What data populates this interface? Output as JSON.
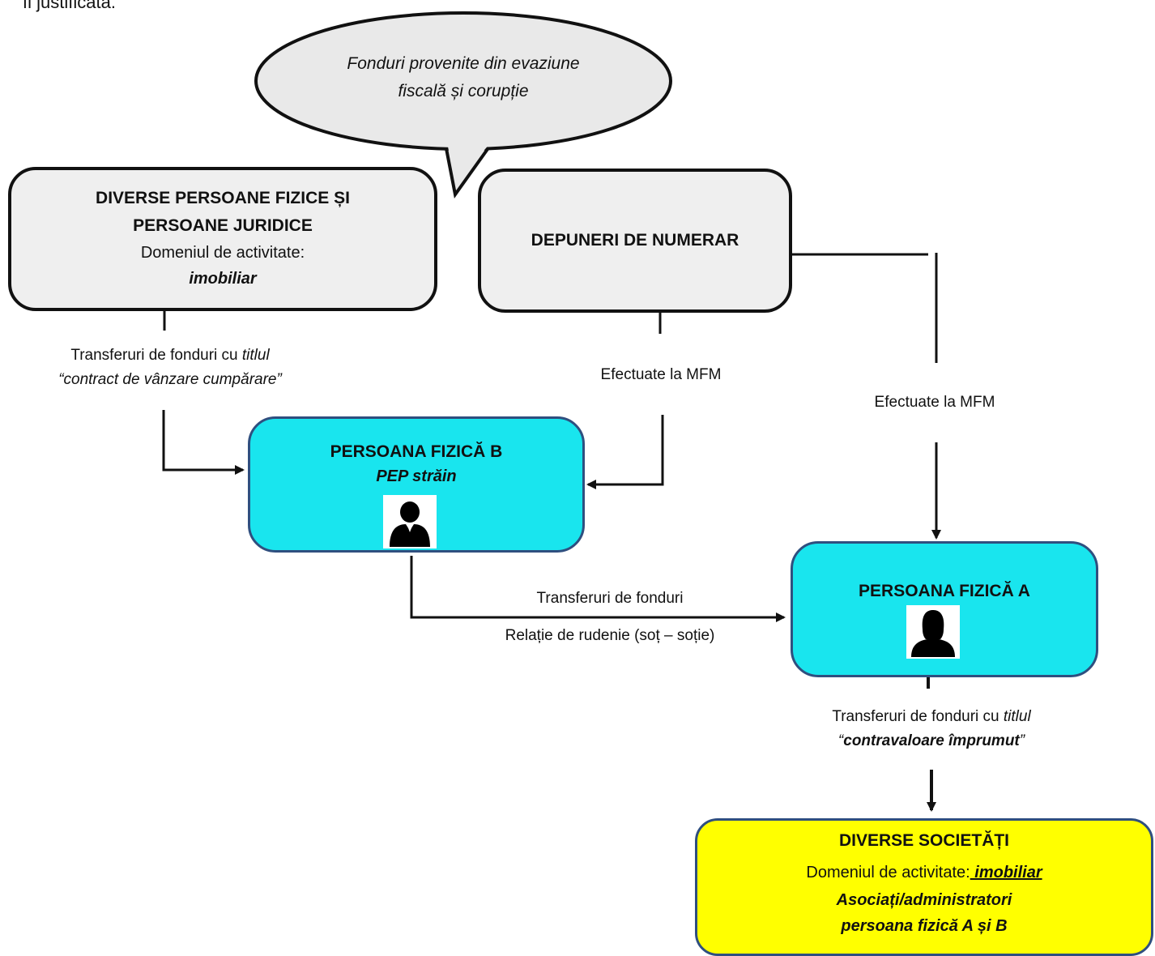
{
  "header_fragment": "fi justificată.",
  "bubble": {
    "line1": "Fonduri provenite din evaziune",
    "line2": "fiscală și corupție"
  },
  "box_diverse": {
    "title1": "DIVERSE PERSOANE FIZICE ȘI",
    "title2": "PERSOANE JURIDICE",
    "domain_label": "Domeniul de activitate:",
    "domain_value": "imobiliar"
  },
  "box_depuneri": {
    "title": "DEPUNERI DE NUMERAR"
  },
  "label_contract": {
    "line1_prefix": "Transferuri de fonduri cu ",
    "line1_italic": "titlul",
    "line2": "“contract de vânzare cumpărare”"
  },
  "label_mfm_1": "Efectuate la MFM",
  "label_mfm_2": "Efectuate la MFM",
  "box_b": {
    "title": "PERSOANA FIZICĂ B",
    "subtitle": "PEP străin",
    "avatar_icon": "male-user-icon"
  },
  "label_transfer_ab": {
    "line1": "Transferuri de fonduri",
    "line2": "Relație de rudenie (soț – soție)"
  },
  "box_a": {
    "title": "PERSOANA FIZICĂ A",
    "avatar_icon": "female-user-icon"
  },
  "label_imprumut": {
    "line1_prefix": "Transferuri de fonduri cu ",
    "line1_italic": "titlul",
    "line2_q1": "“",
    "line2_bold": "contravaloare împrumut",
    "line2_q2": "”"
  },
  "box_societati": {
    "title": "DIVERSE SOCIETĂȚI",
    "domain_label": "Domeniul de activitate:",
    "domain_value": " imobiliar",
    "line3": "Asociați/administratori",
    "line4": "persoana fizică A și B"
  },
  "colors": {
    "grey_box": "#efefef",
    "cyan_box": "#19e5ee",
    "yellow_box": "#ffff00",
    "border_blue": "#2f4f7f",
    "line": "#111111"
  }
}
